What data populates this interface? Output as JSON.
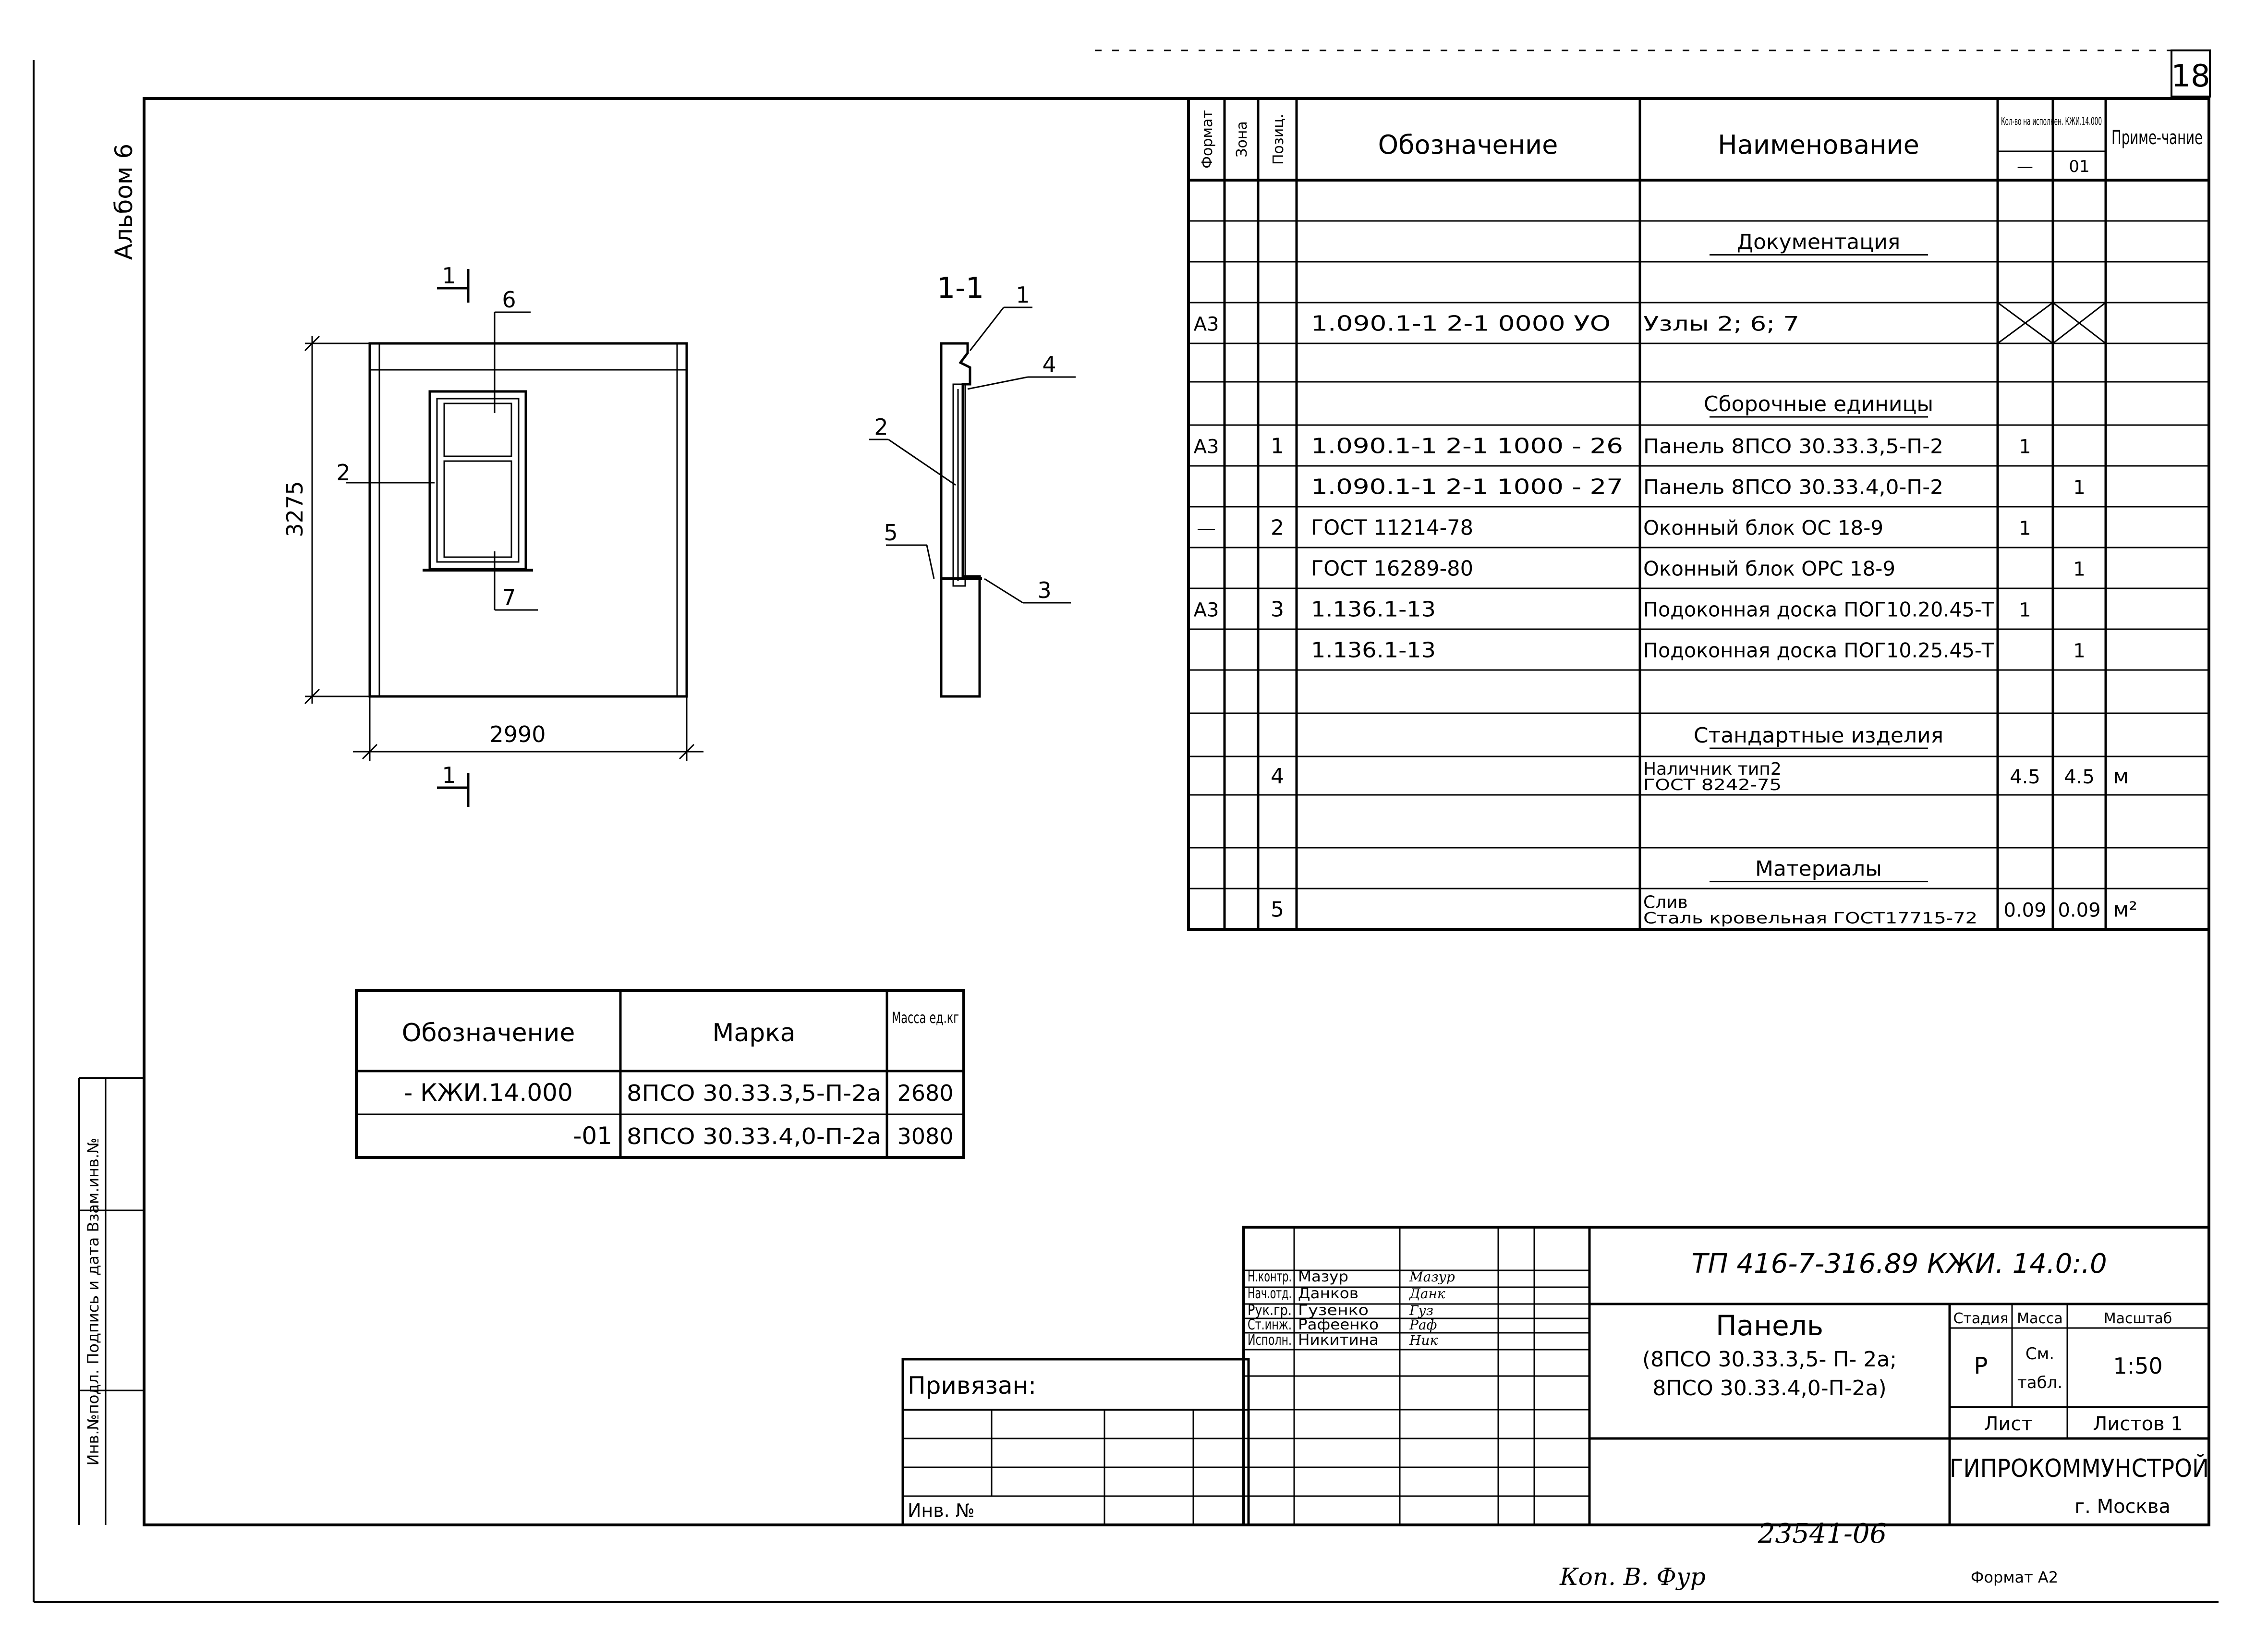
{
  "sheet": {
    "number": "18",
    "album": "Альбом 6",
    "inv_note": "Инв.№подл. Подпись и дата Взам.инв.№",
    "format": "Формат А2",
    "copy": "Коп. В. Фур",
    "archive": "23541-06"
  },
  "drawing": {
    "dim_height": "3275",
    "dim_width": "2990",
    "section_title": "1-1",
    "cut_mark": "1",
    "leader_labels": [
      "1",
      "2",
      "3",
      "4",
      "5",
      "6",
      "7"
    ]
  },
  "spec": {
    "headers": {
      "format": "Формат",
      "zone": "Зона",
      "pos": "Позиц.",
      "designation": "Обозначение",
      "name": "Наименование",
      "qty": "Кол-во на исполнен. КЖИ.14.000",
      "qty_a": "—",
      "qty_b": "01",
      "note": "Приме-чание"
    },
    "rows": [
      {
        "fmt": "",
        "pos": "",
        "des": "",
        "name": "",
        "qa": "",
        "qb": "",
        "note": ""
      },
      {
        "fmt": "",
        "pos": "",
        "des": "",
        "name": "Документация",
        "qa": "",
        "qb": "",
        "note": "",
        "section": true
      },
      {
        "fmt": "",
        "pos": "",
        "des": "",
        "name": "",
        "qa": "",
        "qb": "",
        "note": ""
      },
      {
        "fmt": "А3",
        "pos": "",
        "des": "1.090.1-1  2-1  0000  УО",
        "name": "Узлы  2; 6; 7",
        "qa": "",
        "qb": "",
        "note": "",
        "crossed": true
      },
      {
        "fmt": "",
        "pos": "",
        "des": "",
        "name": "",
        "qa": "",
        "qb": "",
        "note": ""
      },
      {
        "fmt": "",
        "pos": "",
        "des": "",
        "name": "Сборочные  единицы",
        "qa": "",
        "qb": "",
        "note": "",
        "section": true
      },
      {
        "fmt": "А3",
        "pos": "1",
        "des": "1.090.1-1  2-1  1000 - 26",
        "name": "Панель 8ПСО 30.33.3,5-П-2",
        "qa": "1",
        "qb": "",
        "note": ""
      },
      {
        "fmt": "",
        "pos": "",
        "des": "1.090.1-1  2-1  1000 - 27",
        "name": "Панель 8ПСО 30.33.4,0-П-2",
        "qa": "",
        "qb": "1",
        "note": ""
      },
      {
        "fmt": "—",
        "pos": "2",
        "des": "ГОСТ 11214-78",
        "name": "Оконный блок ОС 18-9",
        "qa": "1",
        "qb": "",
        "note": ""
      },
      {
        "fmt": "",
        "pos": "",
        "des": "ГОСТ 16289-80",
        "name": "Оконный блок ОРС 18-9",
        "qa": "",
        "qb": "1",
        "note": ""
      },
      {
        "fmt": "А3",
        "pos": "3",
        "des": "1.136.1-13",
        "name": "Подоконная доска ПОГ10.20.45-Т",
        "qa": "1",
        "qb": "",
        "note": ""
      },
      {
        "fmt": "",
        "pos": "",
        "des": "1.136.1-13",
        "name": "Подоконная доска ПОГ10.25.45-Т",
        "qa": "",
        "qb": "1",
        "note": ""
      },
      {
        "fmt": "",
        "pos": "",
        "des": "",
        "name": "",
        "qa": "",
        "qb": "",
        "note": ""
      },
      {
        "fmt": "",
        "pos": "",
        "des": "",
        "name": "Стандартные изделия",
        "qa": "",
        "qb": "",
        "note": "",
        "section": true
      },
      {
        "fmt": "",
        "pos": "4",
        "des": "",
        "name": "Наличник  тип2",
        "name2": "ГОСТ 8242-75",
        "qa": "4.5",
        "qb": "4.5",
        "note": "м"
      },
      {
        "fmt": "",
        "pos": "",
        "des": "",
        "name": "",
        "qa": "",
        "qb": "",
        "note": ""
      },
      {
        "fmt": "",
        "pos": "",
        "des": "",
        "name": "Материалы",
        "qa": "",
        "qb": "",
        "note": "",
        "section": true
      },
      {
        "fmt": "",
        "pos": "5",
        "des": "",
        "name": "Слив",
        "name2": "Сталь кровельная ГОСТ17715-72",
        "qa": "0.09",
        "qb": "0.09",
        "note": "м²"
      }
    ]
  },
  "marks": {
    "headers": {
      "designation": "Обозначение",
      "mark": "Марка",
      "mass": "Масса ед.кг"
    },
    "rows": [
      {
        "des": "- КЖИ.14.000",
        "mark": "8ПСО 30.33.3,5-П-2а",
        "mass": "2680"
      },
      {
        "des": "-01",
        "mark": "8ПСО 30.33.4,0-П-2а",
        "mass": "3080"
      }
    ]
  },
  "privyazan": {
    "label": "Привязан:",
    "inv": "Инв. №"
  },
  "title_block": {
    "code": "ТП  416-7-316.89  КЖИ. 14.0:.0",
    "title": "Панель",
    "subtitle1": "(8ПСО 30.33.3,5- П- 2а;",
    "subtitle2": "8ПСО 30.33.4,0-П-2а)",
    "signers": [
      {
        "role": "Н.контр.",
        "name": "Мазур",
        "sig": "Мазур"
      },
      {
        "role": "Нач.отд.",
        "name": "Данков",
        "sig": "Данк"
      },
      {
        "role": "Рук.гр.",
        "name": "Гузенко",
        "sig": "Гуз"
      },
      {
        "role": "Ст.инж.",
        "name": "Рафеенко",
        "sig": "Раф"
      },
      {
        "role": "Исполн.",
        "name": "Никитина",
        "sig": "Ник"
      }
    ],
    "stage_label": "Стадия",
    "stage": "Р",
    "mass_label": "Масса",
    "mass_value1": "См.",
    "mass_value2": "табл.",
    "scale_label": "Масштаб",
    "scale": "1:50",
    "sheet_label": "Лист",
    "sheets_label": "Листов 1",
    "org": "ГИПРОКОММУНСТРОЙ",
    "city": "г. Москва"
  }
}
